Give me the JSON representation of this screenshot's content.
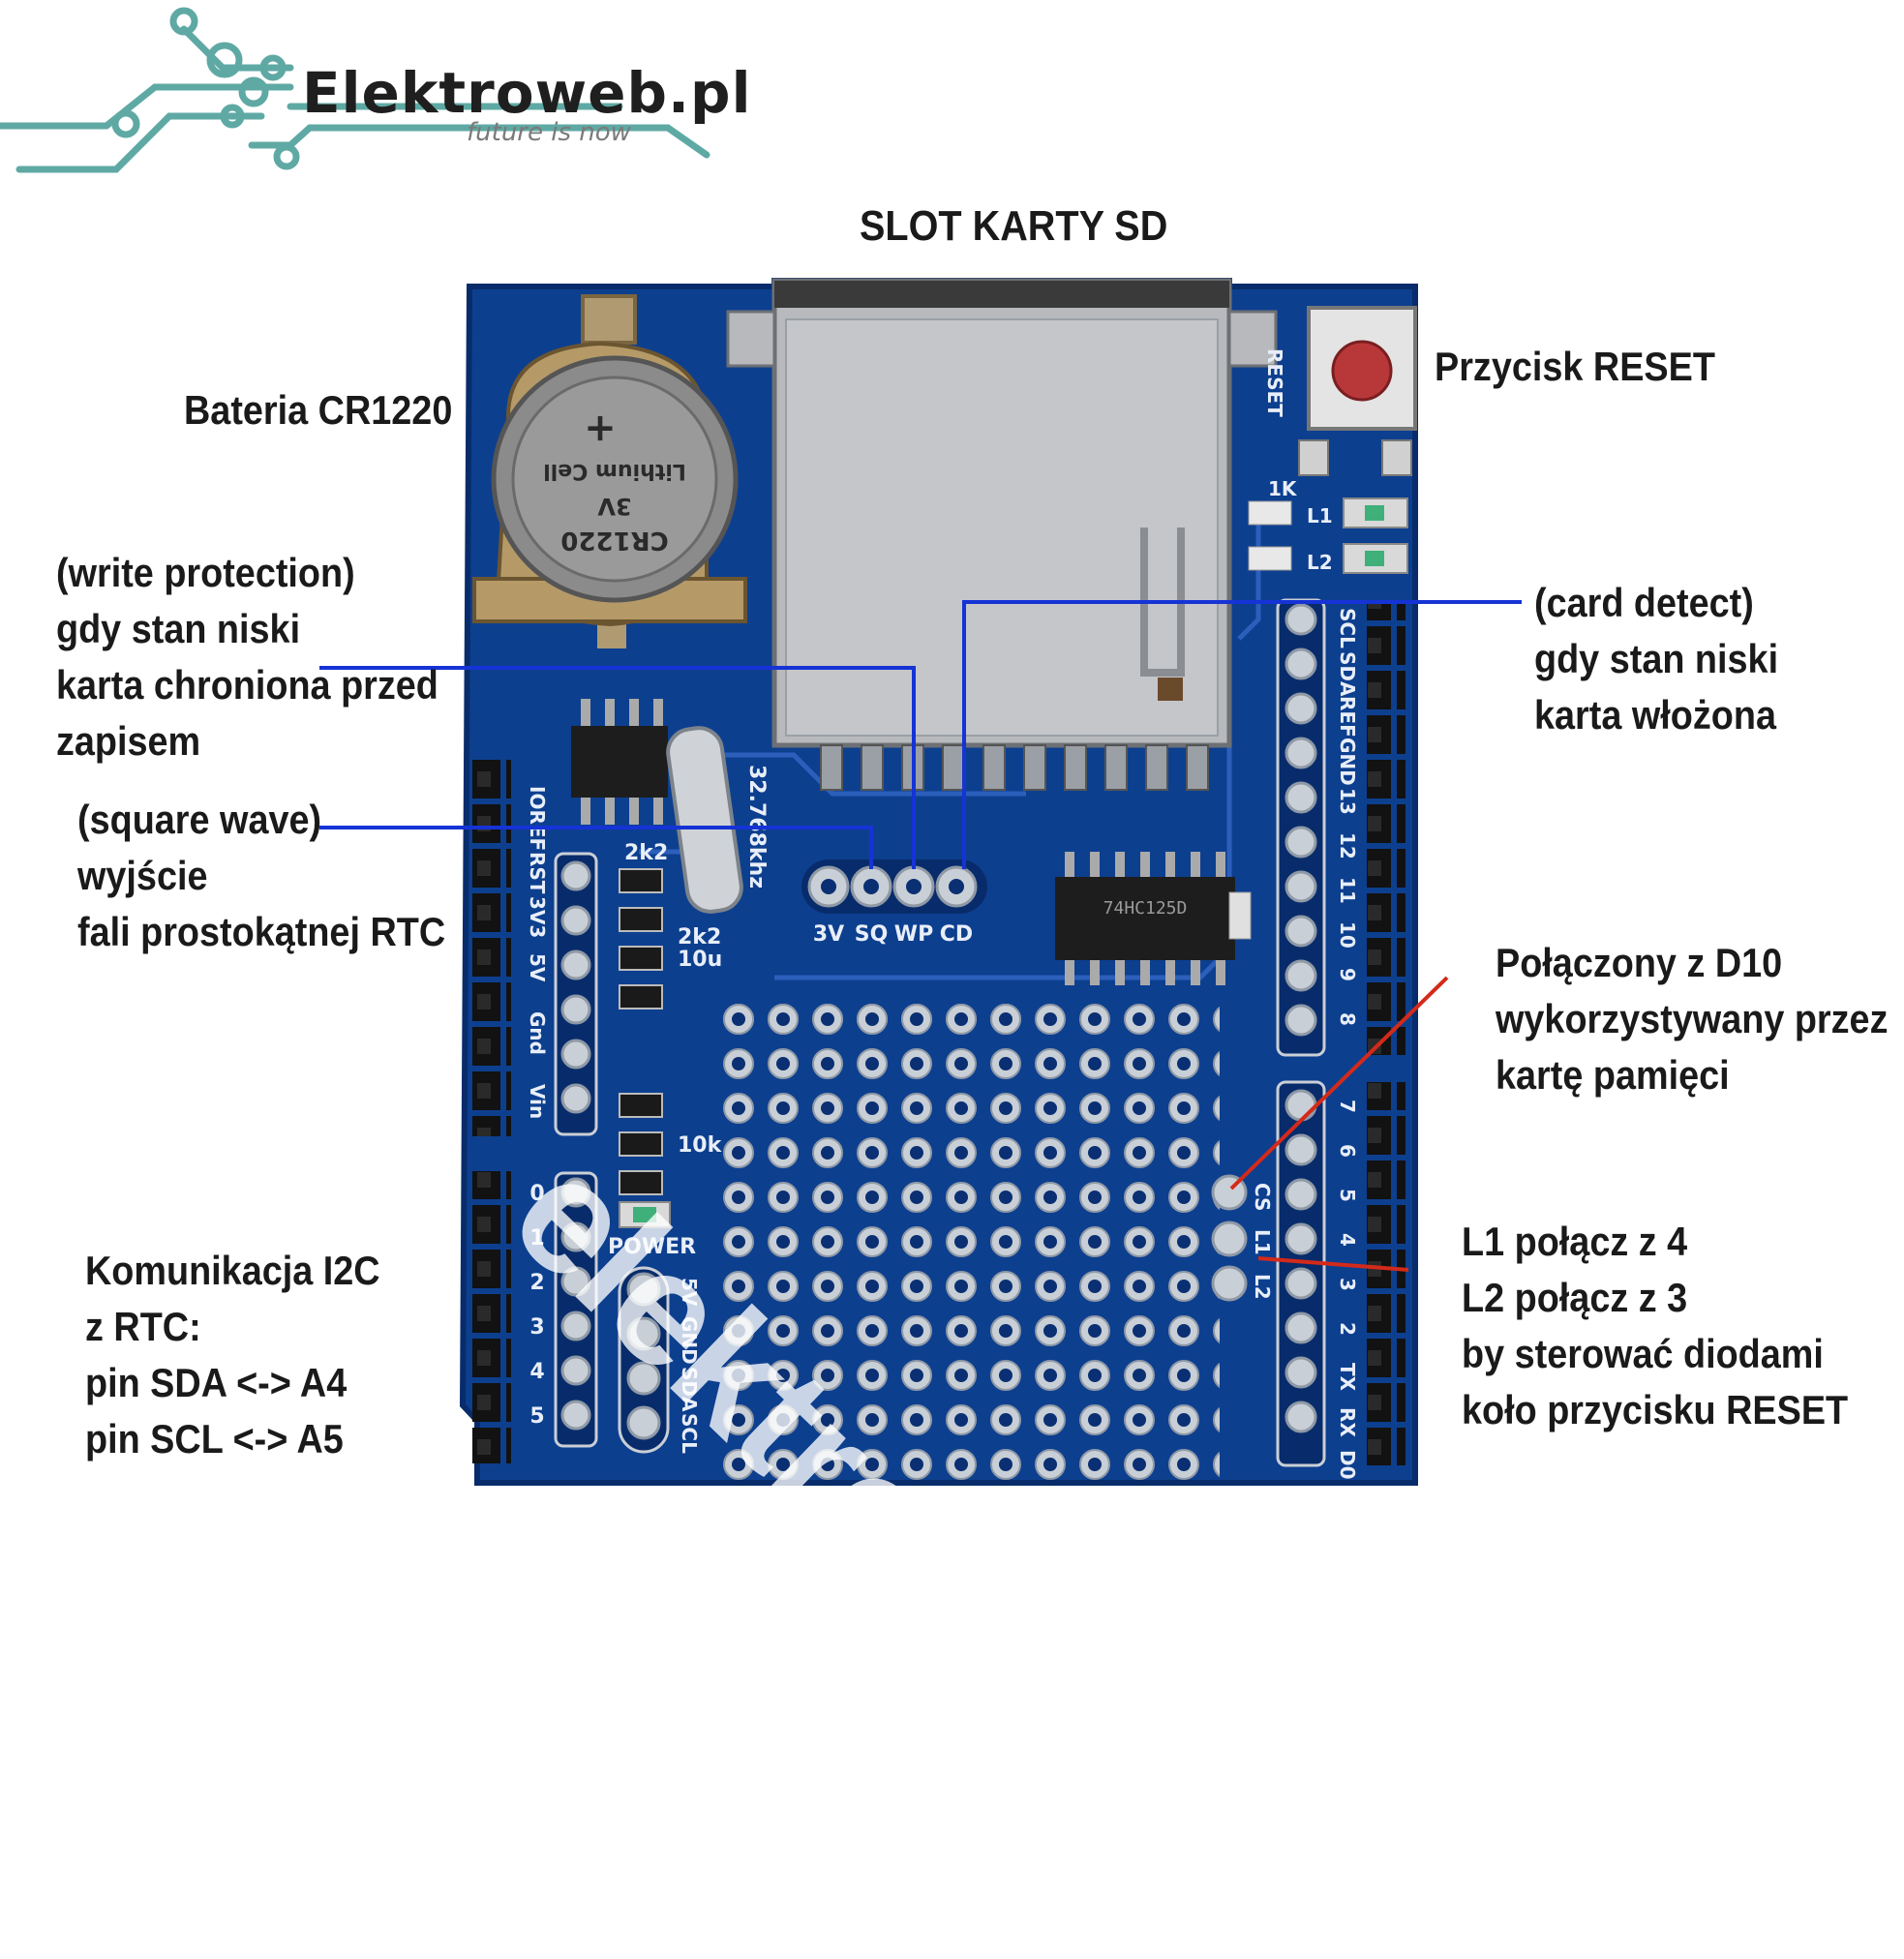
{
  "brand": {
    "name": "Elektroweb.pl",
    "tagline": "future is now",
    "watermark": "elektroweb.pl"
  },
  "colors": {
    "pcb": "#0d3f8f",
    "pcb_dark": "#082c6b",
    "line_blue": "#1533d6",
    "line_red": "#d42a1a",
    "logo_teal": "#5fa9a4"
  },
  "callouts": {
    "sd_slot": [
      "SLOT KARTY SD"
    ],
    "battery": [
      "Bateria CR1220"
    ],
    "reset": [
      "Przycisk RESET"
    ],
    "write_protect": [
      "(write protection)",
      "gdy stan niski",
      "karta chroniona przed",
      "zapisem"
    ],
    "card_detect": [
      "(card detect)",
      "gdy stan niski",
      "karta włożona"
    ],
    "square_wave": [
      "(square wave)",
      "wyjście",
      "fali prostokątnej RTC"
    ],
    "d10": [
      "Połączony z D10",
      "wykorzystywany przez",
      "kartę pamięci"
    ],
    "i2c": [
      "Komunikacja I2C",
      "z RTC:",
      "pin SDA <-> A4",
      "pin SCL <-> A5"
    ],
    "leds": [
      "L1 połącz z 4",
      "L2 połącz z 3",
      "by sterować diodami",
      "koło przycisku RESET"
    ]
  },
  "board_labels": {
    "reset": "RESET",
    "crystal": "32.768khz",
    "ic_sd": "74HC125D",
    "battery_type": "CR1220",
    "battery_volt": "3V",
    "battery_text": "Lithium Cell",
    "res_1k": "1K",
    "res_2k2": "2k2",
    "cap_10u": "10u",
    "res_10k": "10k",
    "led_power": "POWER",
    "led_l1": "L1",
    "led_l2": "L2",
    "rtc_pins": [
      "3V",
      "SQ",
      "WP",
      "CD"
    ],
    "right_header_top": [
      "SCL",
      "SDA",
      "REF",
      "GND",
      "13",
      "12",
      "11",
      "10",
      "9",
      "8"
    ],
    "right_header_bottom": [
      "7",
      "6",
      "5",
      "4",
      "3",
      "2",
      "TX",
      "RX",
      "D0"
    ],
    "jumpers": [
      "CS",
      "L1",
      "L2"
    ],
    "power_header": [
      "IOREF",
      "RST",
      "3V3",
      "5V",
      "Gnd",
      "Vin"
    ],
    "analog_header": [
      "0",
      "1",
      "2",
      "3",
      "4",
      "5"
    ],
    "i2c_pads": [
      "5V",
      "GND",
      "SDA",
      "SCL"
    ]
  }
}
